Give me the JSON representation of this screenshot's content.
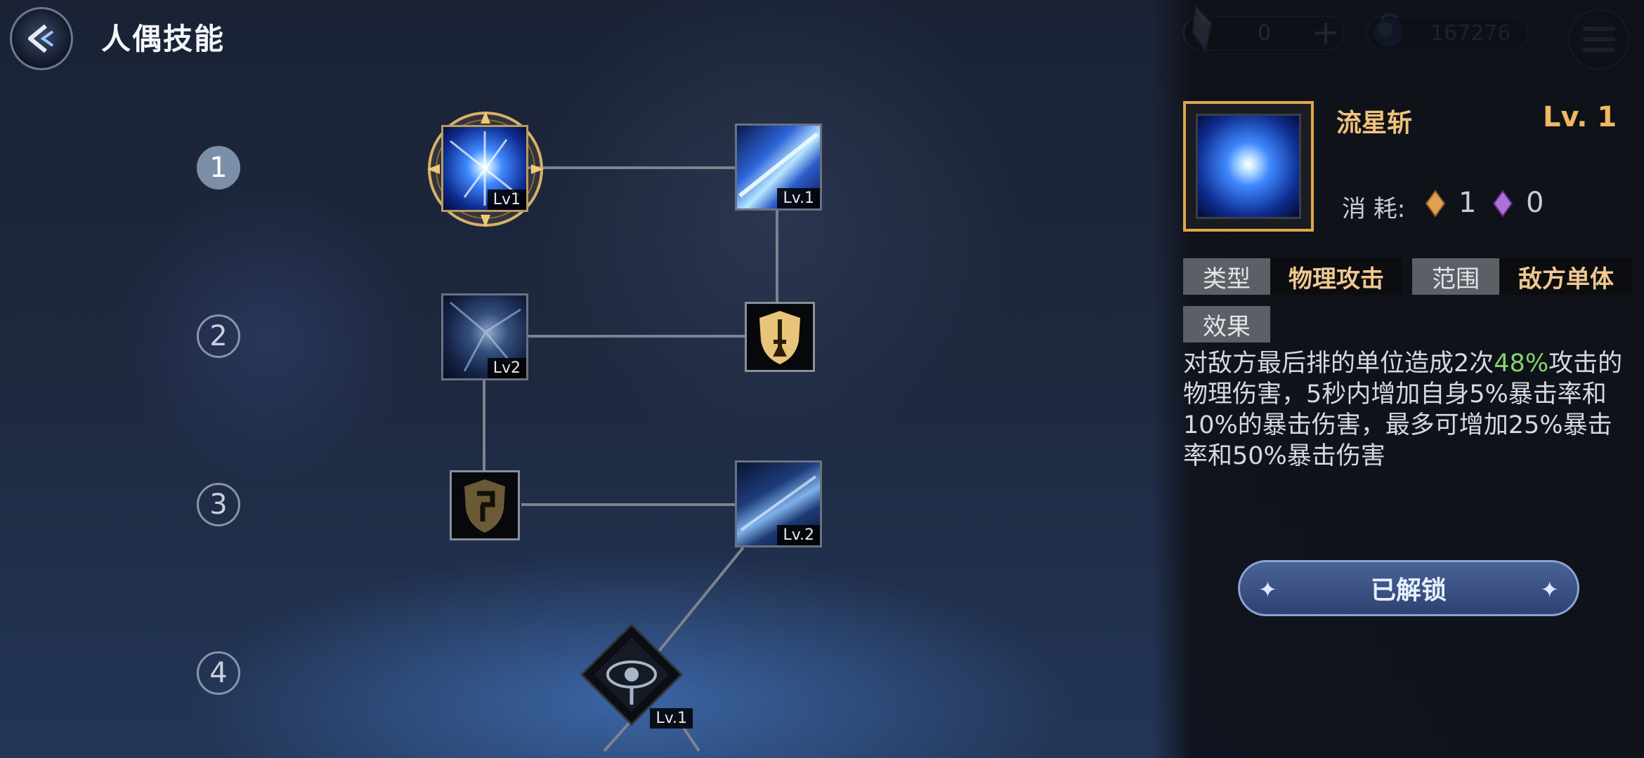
{
  "header": {
    "title": "人偶技能"
  },
  "currency": [
    {
      "icon": "crystal-icon",
      "value": "0"
    },
    {
      "icon": "blue-orb-icon",
      "value": "167276"
    }
  ],
  "tree": {
    "rows": [
      "1",
      "2",
      "3",
      "4"
    ],
    "nodes": {
      "r1_left": {
        "icon": "meteor-slash-icon",
        "level": "Lv1",
        "selected": true
      },
      "r1_right": {
        "icon": "blue-slash-icon",
        "level": "Lv.1"
      },
      "r2_left": {
        "icon": "starburst-icon",
        "level": "Lv2"
      },
      "r2_right": {
        "icon": "sword-shield-icon",
        "level": ""
      },
      "r3_left": {
        "icon": "rune-shield-icon",
        "level": ""
      },
      "r3_right": {
        "icon": "blue-slash-icon",
        "level": "Lv.2"
      },
      "r4_center": {
        "icon": "eye-emblem-icon",
        "level": "Lv.1"
      }
    }
  },
  "detail": {
    "skill_name": "流星斩",
    "level": "Lv. 1",
    "cost_label": "消 耗:",
    "cost_orange": "1",
    "cost_purple": "0",
    "type_label": "类型",
    "type_value": "物理攻击",
    "range_label": "范围",
    "range_value": "敌方单体",
    "effect_label": "效果",
    "desc_part1": "对敌方最后排的单位造成2次",
    "desc_highlight": "48%",
    "desc_part2": "攻击的物理伤害，5秒内增加自身5%暴击率和10%的暴击伤害，最多可增加25%暴击率和50%暴击伤害",
    "unlock_button": "已解锁"
  },
  "colors": {
    "gold_accent": "#f0b860",
    "highlight_green": "#86d36a",
    "button_blue": "#3a5080"
  }
}
